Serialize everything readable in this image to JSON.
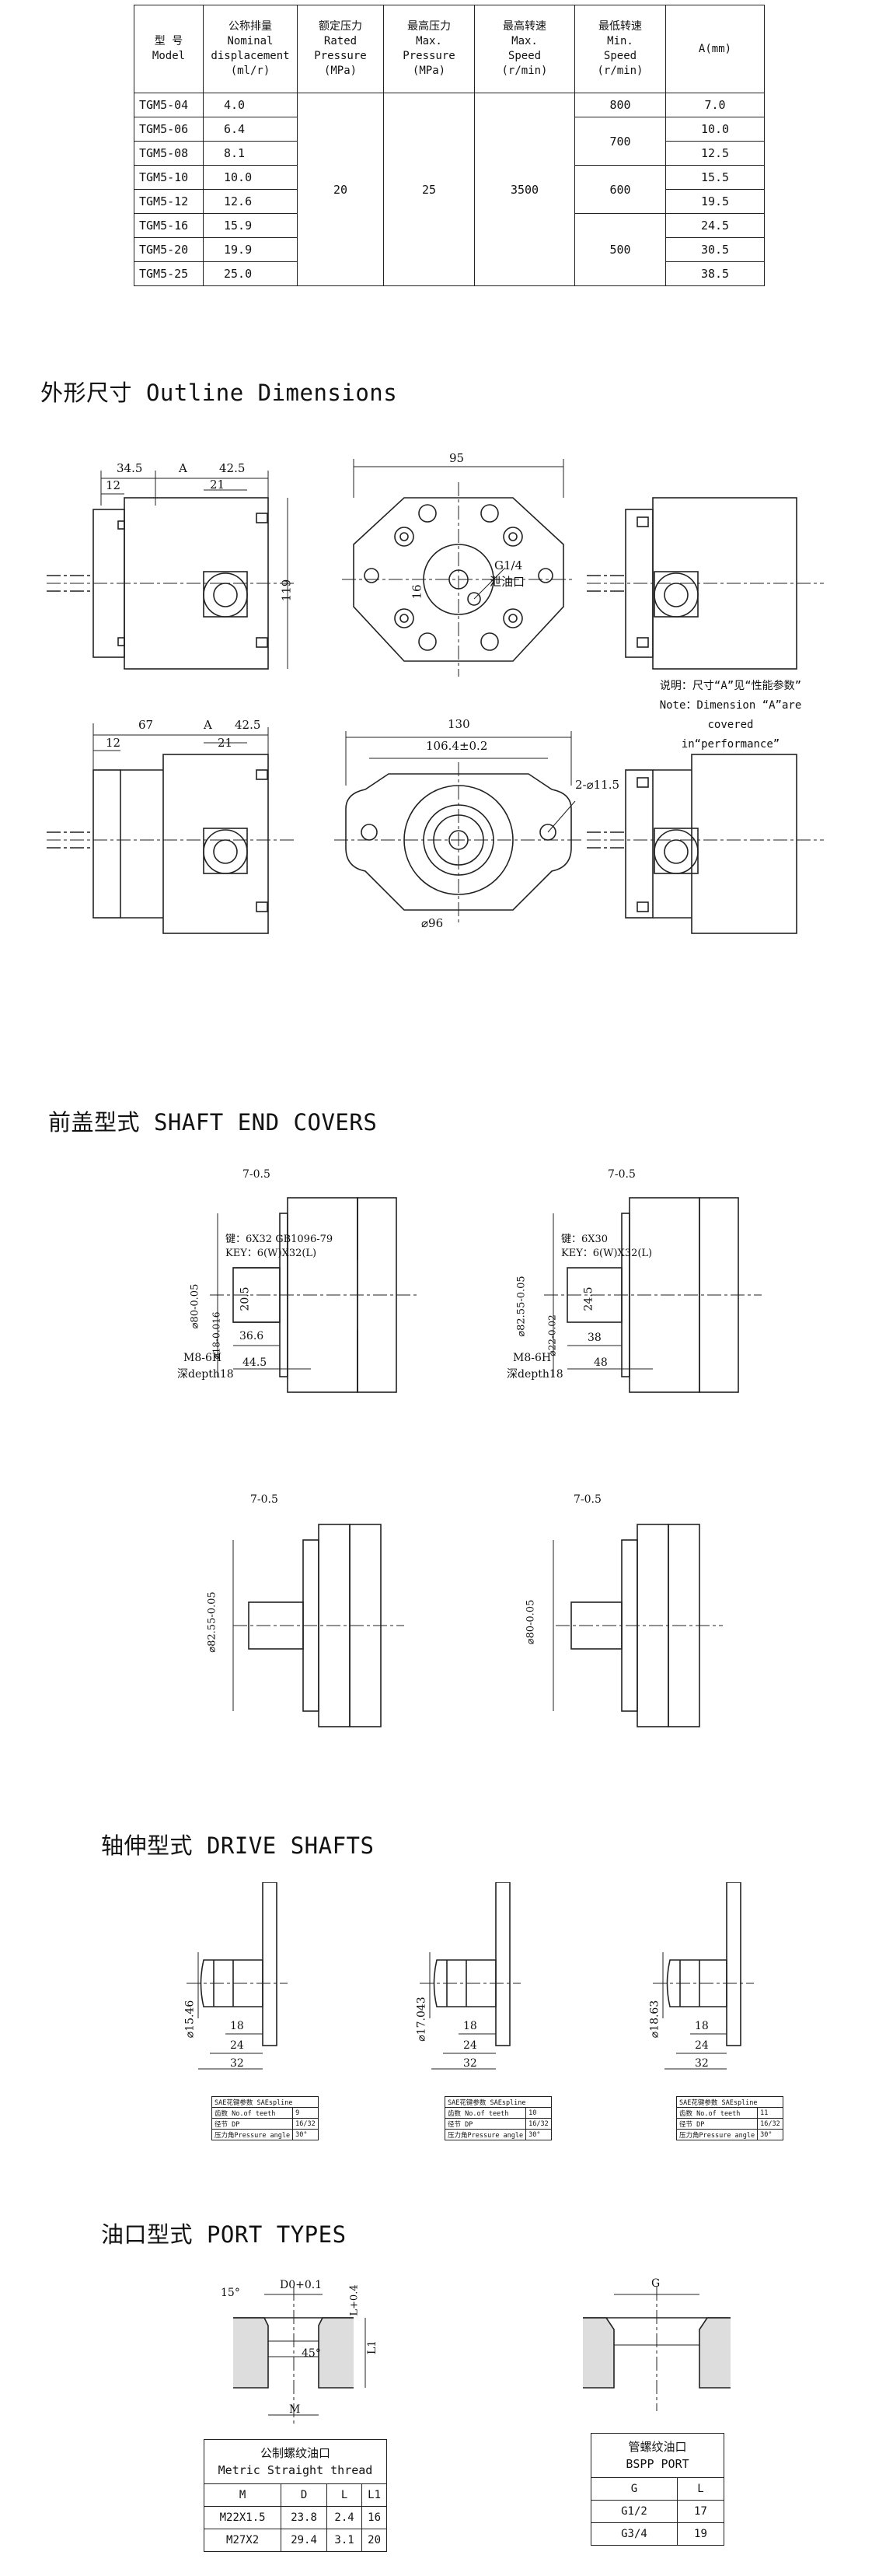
{
  "spec_table": {
    "headers": {
      "model": [
        "型 号",
        "Model"
      ],
      "disp": [
        "公称排量",
        "Nominal",
        "displacement",
        "(ml/r)"
      ],
      "rated": [
        "额定压力",
        "Rated",
        "Pressure",
        "(MPa)"
      ],
      "maxp": [
        "最高压力",
        "Max.",
        "Pressure",
        "(MPa)"
      ],
      "maxs": [
        "最高转速",
        "Max.",
        "Speed",
        "(r/min)"
      ],
      "mins": [
        "最低转速",
        "Min.",
        "Speed",
        "(r/min)"
      ],
      "a": "A(mm)"
    },
    "rows": [
      {
        "model": "TGM5-04",
        "disp": "4.0",
        "a": "7.0"
      },
      {
        "model": "TGM5-06",
        "disp": "6.4",
        "a": "10.0"
      },
      {
        "model": "TGM5-08",
        "disp": "8.1",
        "a": "12.5"
      },
      {
        "model": "TGM5-10",
        "disp": "10.0",
        "a": "15.5"
      },
      {
        "model": "TGM5-12",
        "disp": "12.6",
        "a": "19.5"
      },
      {
        "model": "TGM5-16",
        "disp": "15.9",
        "a": "24.5"
      },
      {
        "model": "TGM5-20",
        "disp": "19.9",
        "a": "30.5"
      },
      {
        "model": "TGM5-25",
        "disp": "25.0",
        "a": "38.5"
      }
    ],
    "rated_pressure": "20",
    "max_pressure": "25",
    "max_speed": "3500",
    "min_speed": [
      "800",
      "700",
      "600",
      "500"
    ]
  },
  "sections": {
    "outline": "外形尺寸 Outline Dimensions",
    "shaft_end": "前盖型式 SHAFT END COVERS",
    "drive_shafts": "轴伸型式 DRIVE SHAFTS",
    "port_types": "油口型式 PORT TYPES"
  },
  "outline_dims": {
    "top_left": {
      "d1": "34.5",
      "d2": "A",
      "d3": "42.5",
      "d4": "12",
      "d5": "21",
      "h": "119"
    },
    "top_center": {
      "w": "95",
      "port": "G1/4",
      "port_label": "泄油口",
      "d": "16"
    },
    "bottom_left": {
      "d1": "67",
      "d2": "A",
      "d3": "42.5",
      "d4": "12",
      "d5": "21"
    },
    "bottom_center": {
      "w": "130",
      "pcd": "106.4±0.2",
      "holes": "2-⌀11.5",
      "dia": "⌀96"
    },
    "note": [
      "说明：尺寸“A”见“性能参数”",
      "Note：Dimension “A”are covered",
      "in“performance”"
    ]
  },
  "shaft_covers": {
    "c1": {
      "tol": "7-0.5",
      "key": "键：6X32 GB1096-79",
      "key_en": "KEY：6(W)X32(L)",
      "dia": "⌀80-0.05",
      "shaft": "⌀18-0.016",
      "d1": "20.5",
      "d2": "36.6",
      "d3": "44.5",
      "thread": "M8-6H",
      "depth": "深depth18"
    },
    "c2": {
      "tol": "7-0.5",
      "key": "键：6X30",
      "key_en": "KEY：6(W)X32(L)",
      "dia": "⌀82.55-0.05",
      "shaft": "⌀22-0.02",
      "d1": "24.5",
      "d2": "38",
      "d3": "48",
      "thread": "M8-6H",
      "depth": "深depth18"
    },
    "c3": {
      "tol": "7-0.5",
      "dia": "⌀82.55-0.05"
    },
    "c4": {
      "tol": "7-0.5",
      "dia": "⌀80-0.05"
    }
  },
  "drive_shafts": [
    {
      "dia": "⌀15.46",
      "d1": "18",
      "d2": "24",
      "d3": "32",
      "table": [
        [
          "SAE花键参数 SAEspline",
          ""
        ],
        [
          "齿数 No.of teeth",
          "9"
        ],
        [
          "径节 DP",
          "16/32"
        ],
        [
          "压力角Pressure angle",
          "30°"
        ]
      ]
    },
    {
      "dia": "⌀17.043",
      "d1": "18",
      "d2": "24",
      "d3": "32",
      "table": [
        [
          "SAE花键参数 SAEspline",
          ""
        ],
        [
          "齿数 No.of teeth",
          "10"
        ],
        [
          "径节 DP",
          "16/32"
        ],
        [
          "压力角Pressure angle",
          "30°"
        ]
      ]
    },
    {
      "dia": "⌀18.63",
      "d1": "18",
      "d2": "24",
      "d3": "32",
      "table": [
        [
          "SAE花键参数 SAEspline",
          ""
        ],
        [
          "齿数 No.of teeth",
          "11"
        ],
        [
          "径节 DP",
          "16/32"
        ],
        [
          "压力角Pressure angle",
          "30°"
        ]
      ]
    }
  ],
  "port_types": {
    "metric": {
      "angle": "15°",
      "d0": "D0+0.1",
      "l": "L+0.4",
      "l1": "L1",
      "a45": "45°",
      "m": "M",
      "caption": [
        "公制螺纹油口",
        "Metric Straight thread"
      ],
      "cols": [
        "M",
        "D",
        "L",
        "L1"
      ],
      "rows": [
        [
          "M22X1.5",
          "23.8",
          "2.4",
          "16"
        ],
        [
          "M27X2",
          "29.4",
          "3.1",
          "20"
        ]
      ]
    },
    "bspp": {
      "g": "G",
      "caption": [
        "管螺纹油口",
        "BSPP PORT"
      ],
      "cols": [
        "G",
        "L"
      ],
      "rows": [
        [
          "G1/2",
          "17"
        ],
        [
          "G3/4",
          "19"
        ]
      ]
    }
  }
}
